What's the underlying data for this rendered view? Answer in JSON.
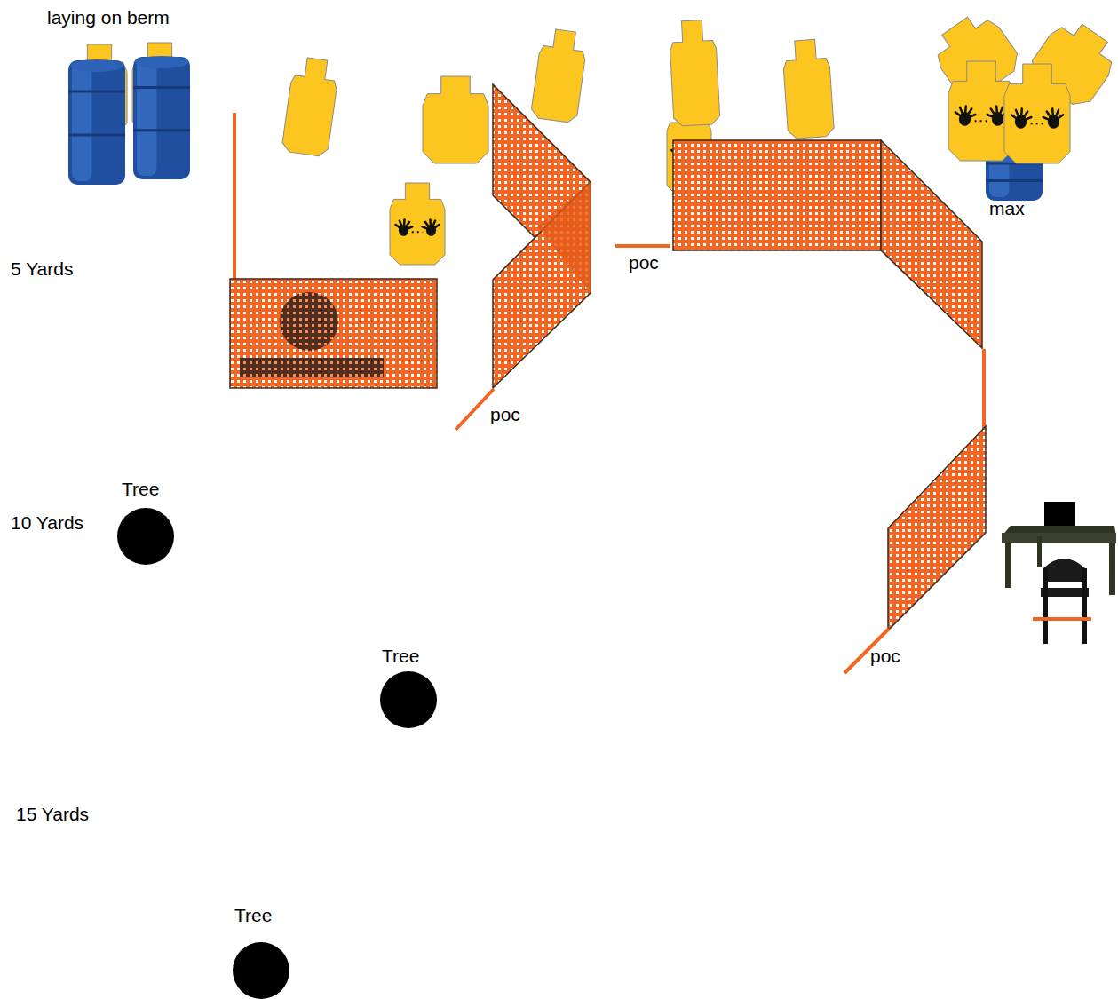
{
  "diagram": {
    "labels": [
      "laying on berm",
      "max",
      "poc",
      "5 Yards",
      "poc",
      "Tree",
      "10 Yards",
      "Tree",
      "poc",
      "15 Yards",
      "Tree"
    ]
  }
}
